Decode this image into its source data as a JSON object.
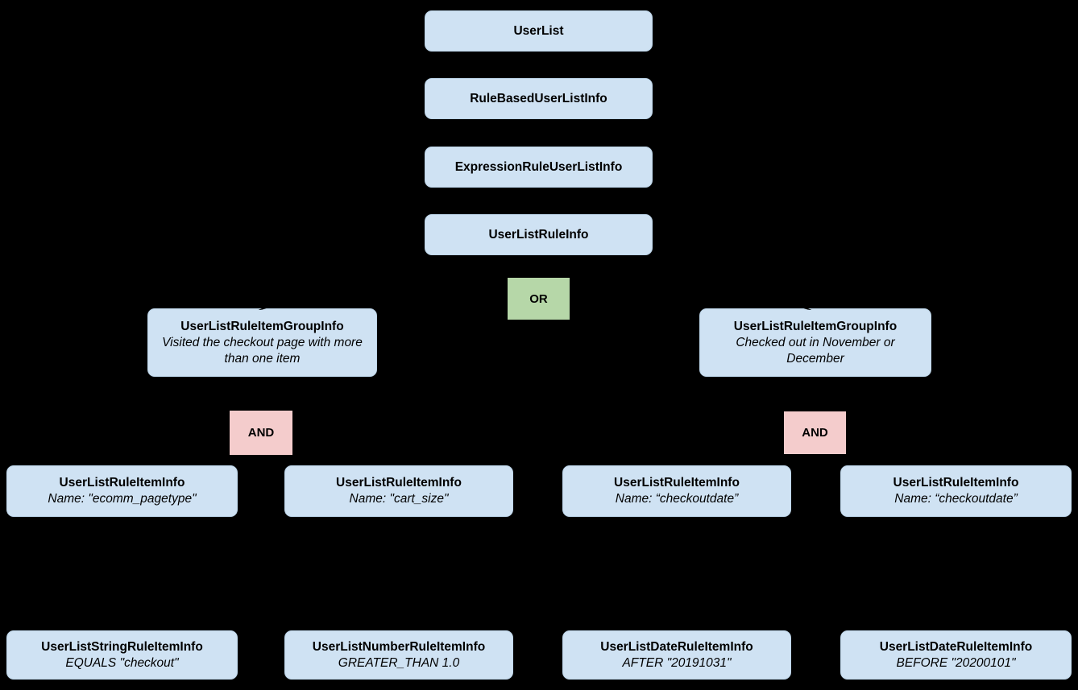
{
  "colors": {
    "background": "#000000",
    "node_fill": "#cfe2f3",
    "or_fill": "#b6d7a8",
    "and_fill": "#f4cccc",
    "text": "#000000"
  },
  "chain": [
    "UserList",
    "RuleBasedUserListInfo",
    "ExpressionRuleUserListInfo",
    "UserListRuleInfo"
  ],
  "operators": {
    "or": "OR",
    "and": "AND"
  },
  "groups": [
    {
      "title": "UserListRuleItemGroupInfo",
      "description": "Visited the checkout page with more than one item"
    },
    {
      "title": "UserListRuleItemGroupInfo",
      "description": "Checked out in November or December"
    }
  ],
  "rule_items": [
    {
      "title": "UserListRuleItemInfo",
      "subtitle": "Name: \"ecomm_pagetype\""
    },
    {
      "title": "UserListRuleItemInfo",
      "subtitle": "Name: \"cart_size\""
    },
    {
      "title": "UserListRuleItemInfo",
      "subtitle": "Name: “checkoutdate”"
    },
    {
      "title": "UserListRuleItemInfo",
      "subtitle": "Name: “checkoutdate”"
    }
  ],
  "leaf_items": [
    {
      "title": "UserListStringRuleItemInfo",
      "subtitle": "EQUALS \"checkout\""
    },
    {
      "title": "UserListNumberRuleItemInfo",
      "subtitle": "GREATER_THAN 1.0"
    },
    {
      "title": "UserListDateRuleItemInfo",
      "subtitle": "AFTER \"20191031\""
    },
    {
      "title": "UserListDateRuleItemInfo",
      "subtitle": "BEFORE \"20200101\""
    }
  ]
}
